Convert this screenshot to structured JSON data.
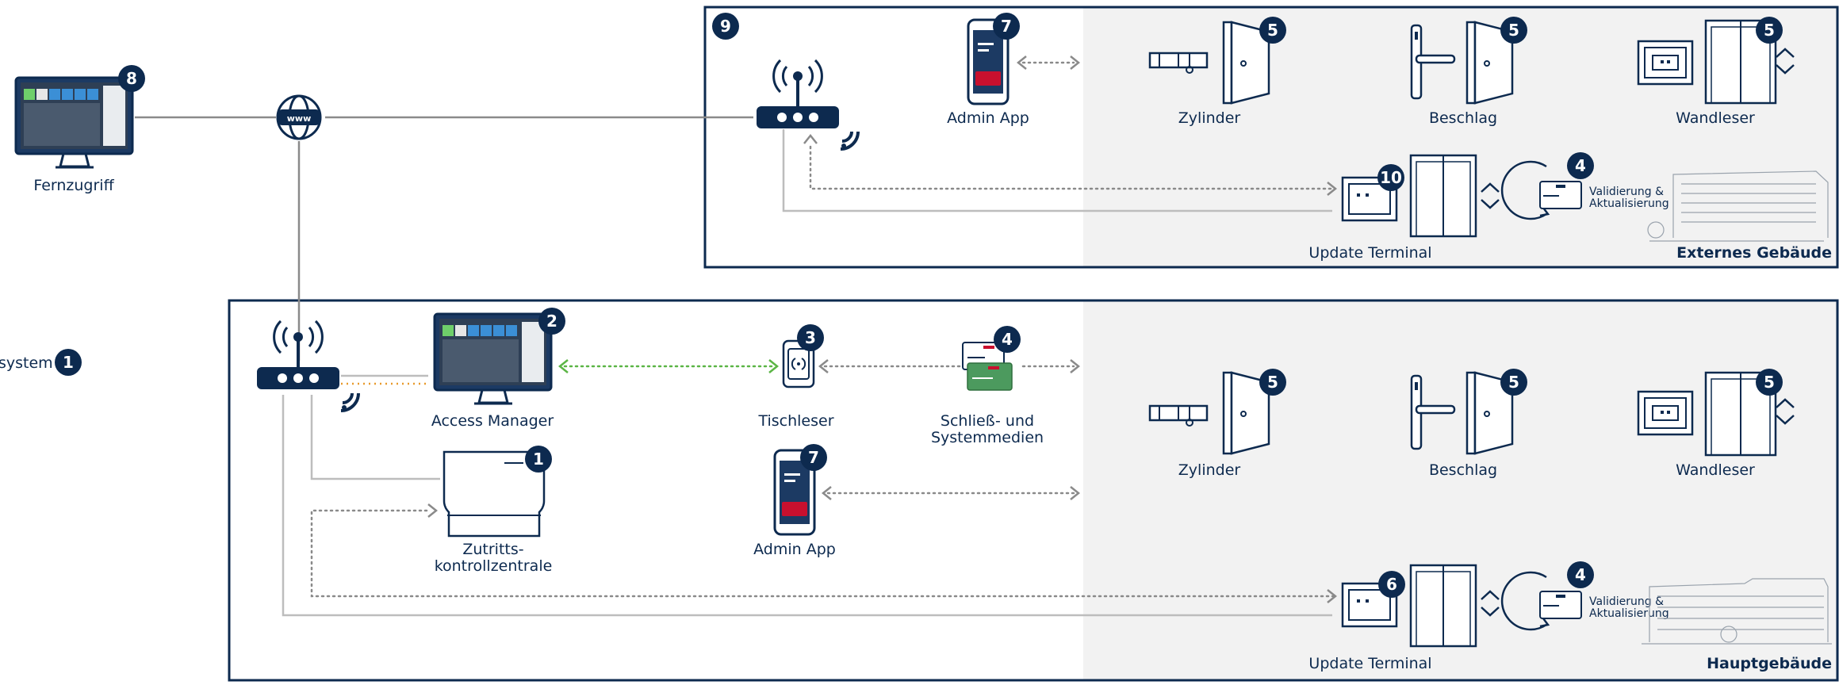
{
  "labels": {
    "fernzugriff": "Fernzugriff",
    "system": "system",
    "admin_app_top": "Admin App",
    "zylinder_top": "Zylinder",
    "beschlag_top": "Beschlag",
    "wandleser_top": "Wandleser",
    "update_terminal_top": "Update Terminal",
    "externes_gebaeude": "Externes Gebäude",
    "validierung_top_1": "Validierung &",
    "validierung_top_2": "Aktualisierung",
    "access_manager": "Access Manager",
    "tischleser": "Tischleser",
    "schliess_1": "Schließ- und",
    "schliess_2": "Systemmedien",
    "zylinder_bottom": "Zylinder",
    "beschlag_bottom": "Beschlag",
    "wandleser_bottom": "Wandleser",
    "zutritts_1": "Zutritts-",
    "zutritts_2": "kontrollzentrale",
    "admin_app_bottom": "Admin App",
    "update_terminal_bottom": "Update Terminal",
    "hauptgebaeude": "Hauptgebäude",
    "validierung_bottom_1": "Validierung &",
    "validierung_bottom_2": "Aktualisierung",
    "www": "www"
  },
  "badges": {
    "remote": "8",
    "ext_frame": "9",
    "admin_top": "7",
    "zyl_top": "5",
    "besch_top": "5",
    "wand_top": "5",
    "terminal_top": "10",
    "valid_top": "4",
    "system_left": "1",
    "access_manager": "2",
    "tischleser": "3",
    "media": "4",
    "zyl_bottom": "5",
    "besch_bottom": "5",
    "wand_bottom": "5",
    "zentrale": "1",
    "admin_bottom": "7",
    "terminal_bottom": "6",
    "valid_bottom": "4"
  },
  "colors": {
    "navy": "#0d2a4f",
    "panel_grey": "#f2f2f2",
    "line_grey": "#bdbdbd",
    "green_link": "#5bb545",
    "orange_link": "#e89a2c",
    "abus_red": "#c8102e"
  }
}
